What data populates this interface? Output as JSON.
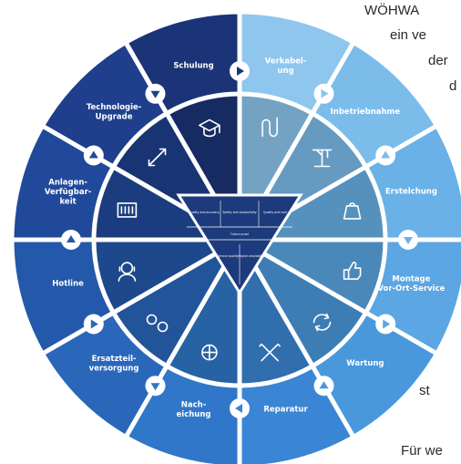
{
  "colors": {
    "dark_navy": "#1d3a7c",
    "navy": "#1f4f9c",
    "blue": "#2a6fc0",
    "medium_blue": "#3a86d4",
    "light_blue": "#5fa7e2",
    "sky": "#8cc3ec",
    "white": "#ffffff"
  },
  "segments": [
    {
      "label_lines": [
        "Verkabel-",
        "ung"
      ],
      "color": "#8ec6ee",
      "icon": "cable-icon",
      "arrow": "right"
    },
    {
      "label_lines": [
        "Inbetriebnahme"
      ],
      "color": "#7cbceb",
      "icon": "crane-icon",
      "arrow": "up"
    },
    {
      "label_lines": [
        "Erstelchung"
      ],
      "color": "#69b1e7",
      "icon": "weight-kg-icon",
      "arrow": "down"
    },
    {
      "label_lines": [
        "Montage",
        "Vor-Ort-Service"
      ],
      "color": "#5ba6e3",
      "icon": "thumbs-up-icon",
      "arrow": "right"
    },
    {
      "label_lines": [
        "Wartung"
      ],
      "color": "#4a98dc",
      "icon": "refresh-cycle-icon",
      "arrow": "up"
    },
    {
      "label_lines": [
        "Reparatur"
      ],
      "color": "#3a86d4",
      "icon": "tools-icon",
      "arrow": "left"
    },
    {
      "label_lines": [
        "Nach-",
        "eichung"
      ],
      "color": "#3077c9",
      "icon": "gear-scale-icon",
      "arrow": "down"
    },
    {
      "label_lines": [
        "Ersatzteil-",
        "versorgung"
      ],
      "color": "#2a67bb",
      "icon": "gears-icon",
      "arrow": "right"
    },
    {
      "label_lines": [
        "Hotline"
      ],
      "color": "#2458ab",
      "icon": "headset-person-icon",
      "arrow": "up"
    },
    {
      "label_lines": [
        "Anlagen-",
        "Verfügbar-",
        "keit"
      ],
      "color": "#21499b",
      "icon": "machine-icon",
      "arrow": "up"
    },
    {
      "label_lines": [
        "Technologie-",
        "Upgrade"
      ],
      "color": "#1f3f8c",
      "icon": "upgrade-arrows-icon",
      "arrow": "down"
    },
    {
      "label_lines": [
        "Schulung"
      ],
      "color": "#1b3478",
      "icon": "graduation-cap-icon",
      "arrow": "right"
    }
  ],
  "center_triangle": {
    "top_row": [
      "Quality and accuracy",
      "Safety and productivity",
      "Quality and cost"
    ],
    "middle_row": "Future proof",
    "bottom_row": [
      "Service quality",
      "Higher availability"
    ]
  },
  "side_text": {
    "line1": "WÖHWA",
    "line2": "ein ve",
    "line3": "der",
    "line4": "d",
    "line5": "st",
    "line6": "Für we"
  }
}
